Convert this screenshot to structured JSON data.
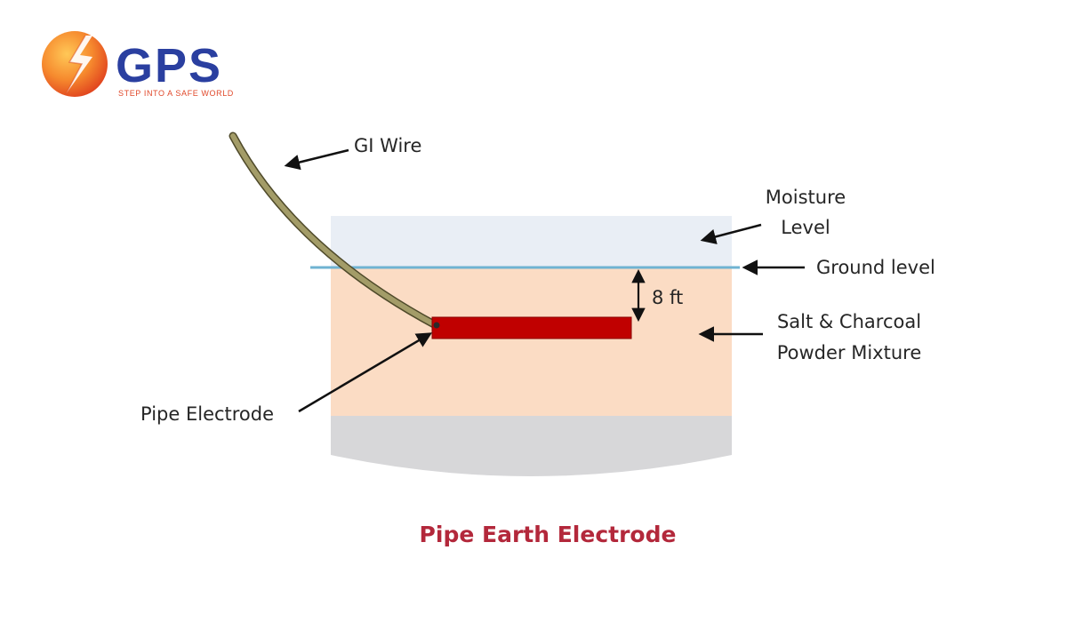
{
  "logo": {
    "brand_name": "GPS",
    "tagline": "Step Into a safe world",
    "colors": {
      "orb_light": "#ffb13b",
      "orb_dark": "#e8431f",
      "text": "#2a3fa0",
      "tagline": "#e0482a"
    }
  },
  "diagram": {
    "labels": {
      "gi_wire": "GI Wire",
      "moisture_line1": "Moisture",
      "moisture_line2": "Level",
      "ground_level": "Ground level",
      "depth": "8 ft",
      "mixture_line1": "Salt & Charcoal",
      "mixture_line2": "Powder Mixture",
      "pipe_electrode": "Pipe Electrode"
    },
    "caption": "Pipe Earth Electrode",
    "colors": {
      "moisture_layer": "#e9eef5",
      "mixture_layer": "#fbdcc4",
      "base_layer": "#d7d7d9",
      "ground_line": "#6fb3d2",
      "pipe": "#c00000",
      "wire": "#9c9563",
      "caption": "#b3283b"
    }
  }
}
